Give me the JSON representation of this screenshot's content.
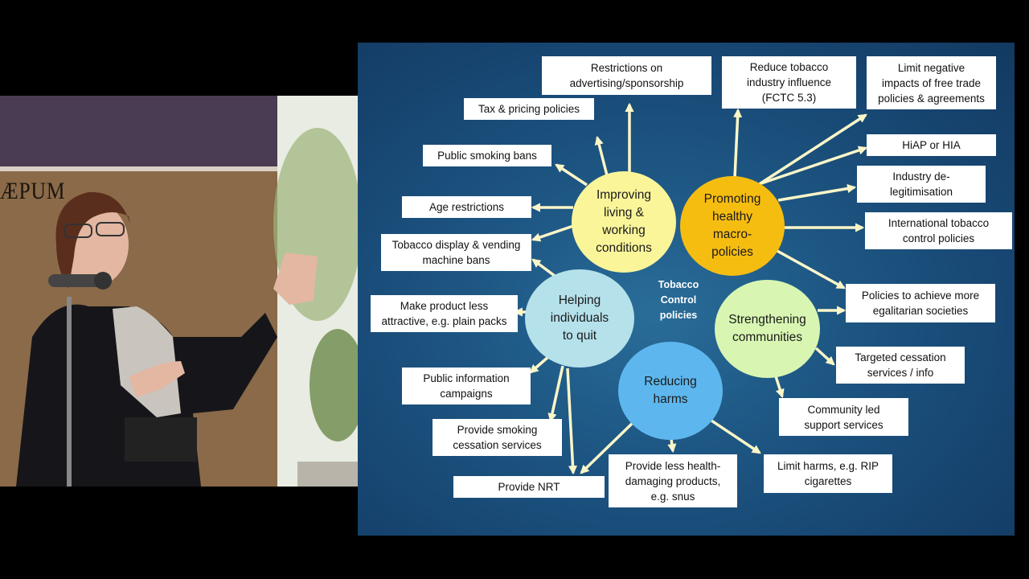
{
  "slide": {
    "center_label": "Tobacco\nControl\npolicies",
    "hubs": {
      "improving": "Improving\nliving &\nworking\nconditions",
      "promoting": "Promoting\nhealthy\nmacro-\npolicies",
      "helping": "Helping\nindividuals\nto quit",
      "strengthening": "Strengthening\ncommunities",
      "reducing": "Reducing\nharms"
    },
    "boxes": {
      "advertising": "Restrictions on\nadvertising/sponsorship",
      "tax": "Tax & pricing policies",
      "public_smoking": "Public smoking bans",
      "age": "Age restrictions",
      "display": "Tobacco display & vending\nmachine bans",
      "industry_influence": "Reduce tobacco\nindustry influence\n(FCTC 5.3)",
      "free_trade": "Limit negative\nimpacts of free trade\npolicies & agreements",
      "hiap": "HiAP or HIA",
      "delegitimisation": "Industry de-\nlegitimisation",
      "international": "International tobacco\ncontrol policies",
      "egalitarian": "Policies to achieve more\negalitarian societies",
      "targeted_cessation": "Targeted cessation\nservices / info",
      "community_led": "Community led\nsupport services",
      "plain_packs": "Make product less\nattractive, e.g. plain packs",
      "public_info": "Public information\ncampaigns",
      "cessation_services": "Provide smoking\ncessation services",
      "nrt": "Provide NRT",
      "less_damaging": "Provide less health-\ndamaging products,\ne.g. snus",
      "limit_harms": "Limit harms, e.g. RIP\ncigarettes"
    },
    "sign_text": "ÆPUM"
  },
  "colors": {
    "improving": "#fbf59a",
    "promoting": "#f6bd11",
    "helping": "#b5e1eb",
    "strengthening": "#d8f6b2",
    "reducing": "#5db7ee",
    "arrow": "#fbf6c8"
  }
}
